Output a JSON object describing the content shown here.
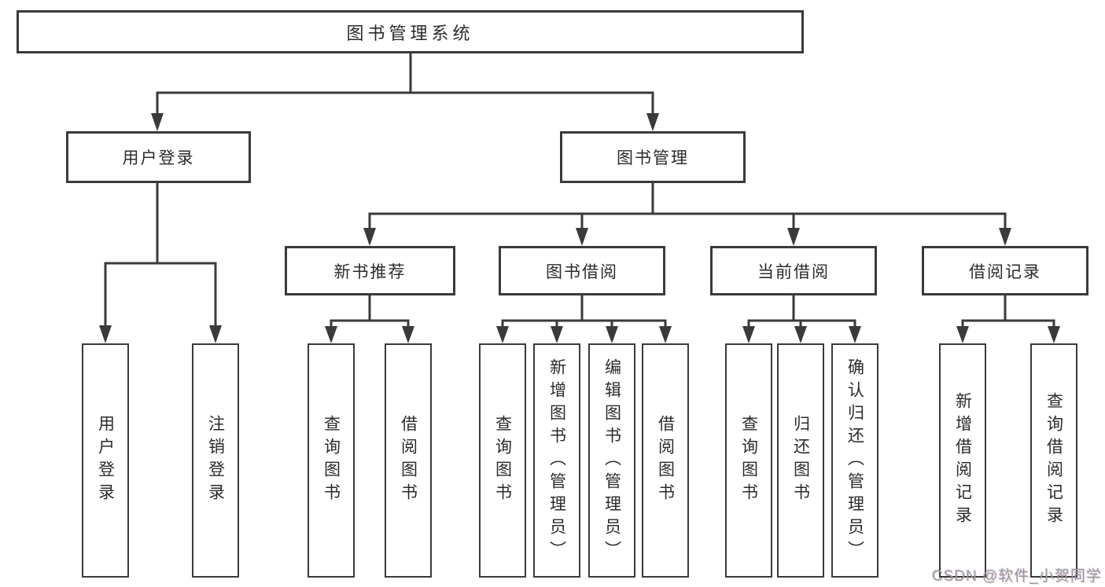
{
  "diagram": {
    "title_node": "图书管理系统",
    "level1": {
      "user_login": "用户登录",
      "book_mgmt": "图书管理"
    },
    "level2": {
      "new_book_rec": "新书推荐",
      "book_borrow": "图书借阅",
      "current_borrow": "当前借阅",
      "borrow_records": "借阅记录"
    },
    "leaves": {
      "login_user": "用户登录",
      "login_logout": "注销登录",
      "rec_query": "查询图书",
      "rec_borrow": "借阅图书",
      "bb_query": "查询图书",
      "bb_add": "新增图书（管理员）",
      "bb_edit": "编辑图书（管理员）",
      "bb_borrow": "借阅图书",
      "cb_query": "查询图书",
      "cb_return": "归还图书",
      "cb_confirm": "确认归还（管理员）",
      "br_add": "新增借阅记录",
      "br_query": "查询借阅记录"
    }
  },
  "watermark": {
    "text": "CSDN @软件_小贺同学"
  },
  "colors": {
    "background": "#ffffff",
    "line": "#3a3a3a",
    "box_border": "#3a3a3a",
    "text": "#2b2b2b",
    "watermark_text": "#9c9c9c"
  }
}
